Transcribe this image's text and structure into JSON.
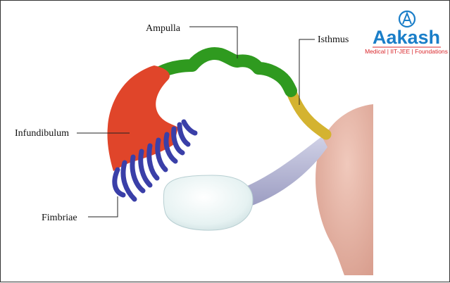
{
  "labels": {
    "ampulla": "Ampulla",
    "isthmus": "Isthmus",
    "infundibulum": "Infundibulum",
    "fimbriae": "Fimbriae"
  },
  "logo": {
    "name": "Aakash",
    "tagline": "Medical | IIT-JEE | Foundations"
  },
  "colors": {
    "ampulla": "#2f9a1f",
    "isthmus": "#d4b330",
    "infundibulum": "#e0452a",
    "fimbriae": "#3a3fa8",
    "ovary": "#e8f3f3",
    "ovarian_ligament": "#b9bad6",
    "uterus": "#e6b3a4",
    "brand_blue": "#1a7ec8",
    "brand_red": "#d9262b"
  }
}
